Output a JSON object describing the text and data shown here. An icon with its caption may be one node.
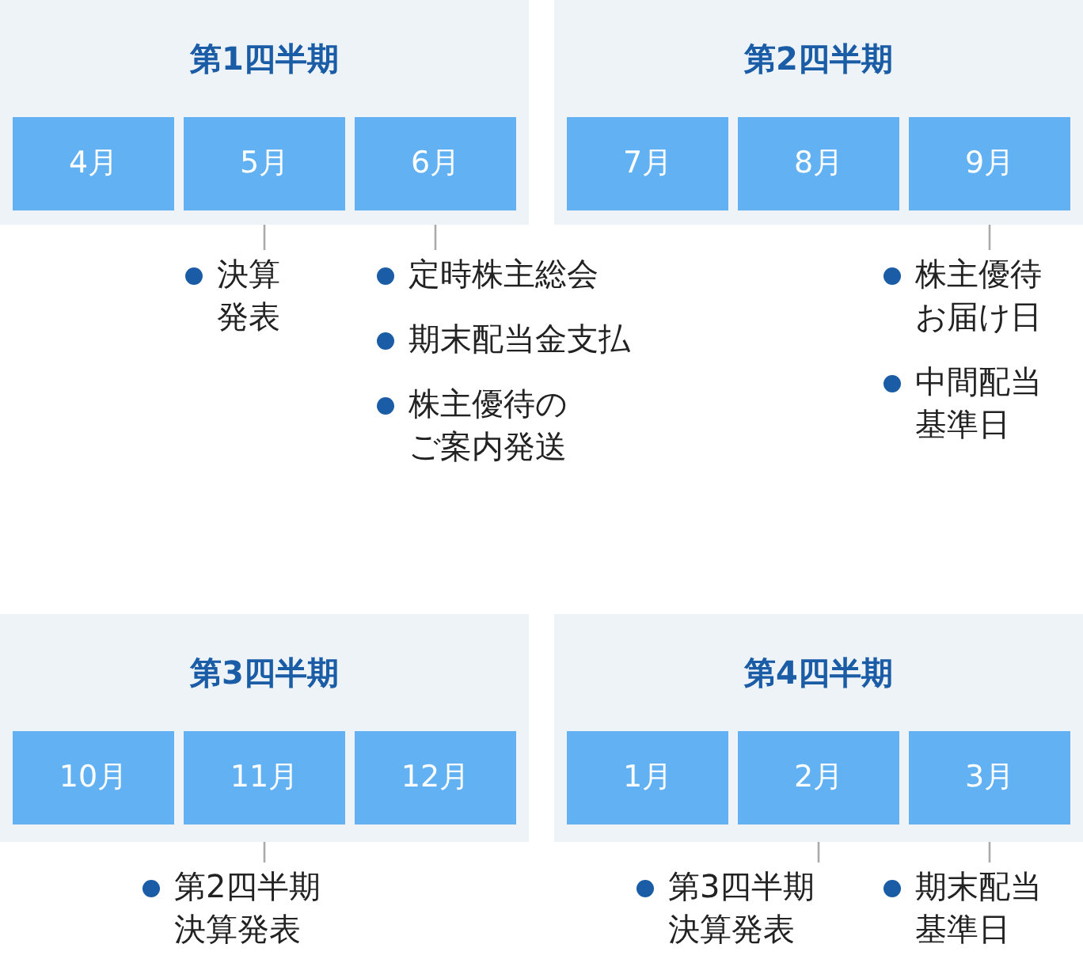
{
  "diagram": {
    "nodes": [
      {
        "text": [
          "第1四半期"
        ]
      },
      {
        "text": [
          "4月"
        ],
        "in": 0
      },
      {
        "text": [
          "5月"
        ],
        "in": 0
      },
      {
        "text": [
          "6月"
        ],
        "in": 0
      },
      {
        "text": [
          "第2四半期"
        ]
      },
      {
        "text": [
          "7月"
        ],
        "in": 4
      },
      {
        "text": [
          "8月"
        ],
        "in": 4
      },
      {
        "text": [
          "9月"
        ],
        "in": 4
      },
      {
        "text": [
          "第3四半期"
        ]
      },
      {
        "text": [
          "10月"
        ],
        "in": 8
      },
      {
        "text": [
          "11月"
        ],
        "in": 8
      },
      {
        "text": [
          "12月"
        ],
        "in": 8
      },
      {
        "text": [
          "第4四半期"
        ]
      },
      {
        "text": [
          "1月"
        ],
        "in": 12
      },
      {
        "text": [
          "2月"
        ],
        "in": 12
      },
      {
        "text": [
          "3月"
        ],
        "in": 12
      },
      {
        "text": [
          "決算発表"
        ]
      },
      {
        "text": [
          "定時株主総会",
          "期末配当金支払",
          "株主優待のご案内発送"
        ]
      },
      {
        "text": [
          "株主優待お届け日",
          "中間配当基準日"
        ]
      },
      {
        "text": [
          "第2四半期決算発表"
        ]
      },
      {
        "text": [
          "第3四半期決算発表"
        ]
      },
      {
        "text": [
          "期末配当基準日"
        ]
      }
    ],
    "edges": [
      {
        "from": 2,
        "to": 16,
        "arrow": "none"
      },
      {
        "from": 3,
        "to": 17,
        "arrow": "none"
      },
      {
        "from": 7,
        "to": 18,
        "arrow": "none"
      },
      {
        "from": 10,
        "to": 19,
        "arrow": "none"
      },
      {
        "from": 14,
        "to": 20,
        "arrow": "none"
      },
      {
        "from": 15,
        "to": 21,
        "arrow": "none"
      }
    ]
  }
}
